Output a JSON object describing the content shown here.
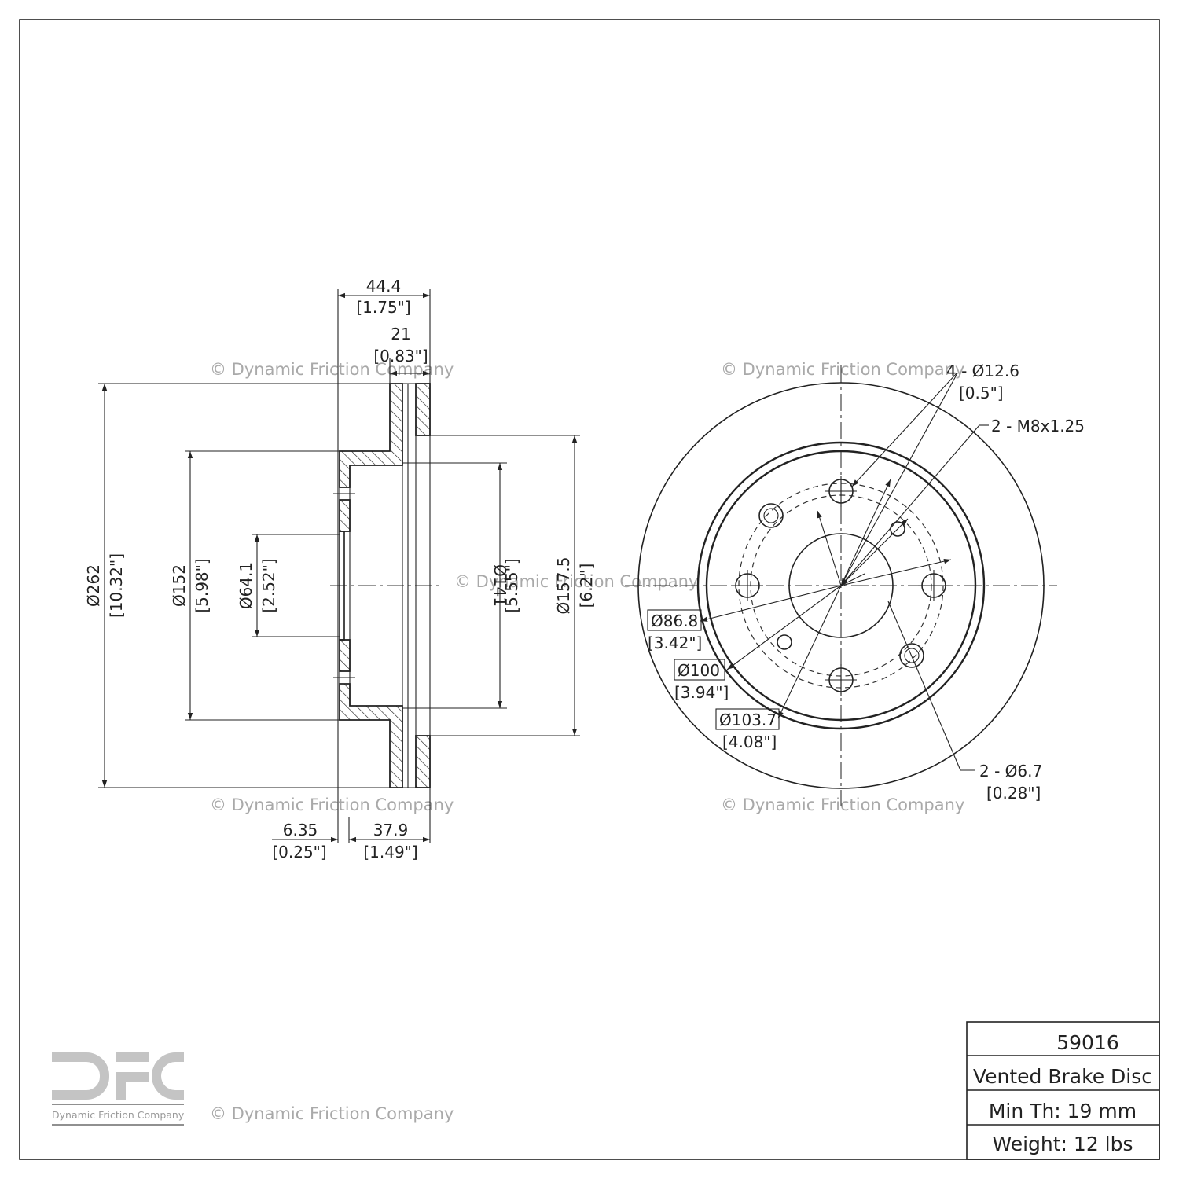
{
  "watermark": "© Dynamic Friction Company",
  "logo": {
    "letters": "DFC",
    "caption": "Dynamic Friction Company",
    "color": "#c4c4c4"
  },
  "title_block": {
    "part_number": "59016",
    "description": "Vented Brake Disc",
    "min_thickness": "Min Th: 19 mm",
    "weight": "Weight: 12 lbs"
  },
  "section_view": {
    "overall_width": {
      "mm": "44.4",
      "in": "[1.75\"]"
    },
    "rotor_thickness": {
      "mm": "21",
      "in": "[0.83\"]"
    },
    "hat_offset": {
      "mm": "6.35",
      "in": "[0.25\"]"
    },
    "hat_height": {
      "mm": "37.9",
      "in": "[1.49\"]"
    },
    "outer_diameter": {
      "mm": "Ø262",
      "in": "[10.32\"]"
    },
    "hat_diameter": {
      "mm": "Ø152",
      "in": "[5.98\"]"
    },
    "center_bore": {
      "mm": "Ø64.1",
      "in": "[2.52\"]"
    },
    "inner_hat_diameter": {
      "mm": "Ø141",
      "in": "[5.55\"]"
    },
    "friction_inner_diameter": {
      "mm": "Ø157.5",
      "in": "[6.2\"]"
    }
  },
  "face_view": {
    "bolt_holes": {
      "mm": "4 - Ø12.6",
      "in": "[0.5\"]"
    },
    "threaded_holes": {
      "mm": "2 - M8x1.25"
    },
    "small_holes": {
      "mm": "2 - Ø6.7",
      "in": "[0.28\"]"
    },
    "pcd_1": {
      "mm": "Ø86.8",
      "in": "[3.42\"]"
    },
    "pcd_2": {
      "mm": "Ø100",
      "in": "[3.94\"]"
    },
    "pcd_3": {
      "mm": "Ø103.7",
      "in": "[4.08\"]"
    }
  }
}
